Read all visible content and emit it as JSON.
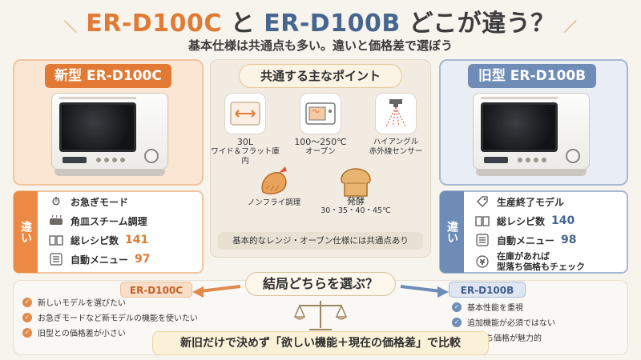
{
  "title": {
    "part1": "ER-D100C",
    "part2": "と",
    "part3": "ER-D100B",
    "part4": "どこが違う？"
  },
  "subtitle": "基本仕様は共通点も多い。違いと価格差で選ぼう",
  "left": {
    "badge": "新型 ER-D100C",
    "diff_tag": "違い",
    "rows": [
      {
        "icon": "timer-icon",
        "label": "お急ぎモード",
        "value": ""
      },
      {
        "icon": "tray-icon",
        "label": "角皿スチーム調理",
        "value": ""
      },
      {
        "icon": "book-icon",
        "label": "総レシピ数",
        "value": "141"
      },
      {
        "icon": "menu-list-icon",
        "label": "自動メニュー",
        "value": "97"
      }
    ]
  },
  "right": {
    "badge": "旧型 ER-D100B",
    "diff_tag": "違い",
    "rows": [
      {
        "icon": "price-tag-icon",
        "label": "生産終了モデル",
        "value": ""
      },
      {
        "icon": "book-icon",
        "label": "総レシピ数",
        "value": "140"
      },
      {
        "icon": "menu-list-icon",
        "label": "自動メニュー",
        "value": "98"
      },
      {
        "icon": "yen-icon",
        "label": "在庫があれば",
        "label2": "型落ち価格もチェック",
        "value": ""
      }
    ]
  },
  "common": {
    "title": "共通する主なポイント",
    "features": [
      {
        "icon": "wide-flat-chamber-icon",
        "line1": "30L",
        "line2": "ワイド＆フラット庫内"
      },
      {
        "icon": "oven-icon",
        "line1": "100〜250℃",
        "line2": "オーブン"
      },
      {
        "icon": "infrared-sensor-icon",
        "line1": "ハイアングル",
        "line2": "赤外線センサー"
      },
      {
        "icon": "fried-shrimp-icon",
        "line1": "ノンフライ調理",
        "line2": ""
      },
      {
        "icon": "bread-icon",
        "line1": "発酵",
        "line2": "30・35・40・45℃"
      }
    ],
    "note": "基本的なレンジ・オーブン仕様には共通点あり"
  },
  "bottom": {
    "question": "結局どちらを選ぶ？",
    "left_tag": "ER-D100C",
    "left_checks": [
      "新しいモデルを選びたい",
      "お急ぎモードなど新モデルの機能を使いたい",
      "旧型との価格差が小さい"
    ],
    "right_tag": "ER-D100B",
    "right_checks": [
      "基本性能を重視",
      "追加機能が必須ではない"
    ],
    "right_extra": "型落ち価格が魅力的",
    "conclusion": "新旧だけで決めず「欲しい機能＋現在の価格差」で比較"
  },
  "colors": {
    "orange": "#e07a34",
    "blue": "#46658f",
    "background": "#f7f4ee"
  }
}
